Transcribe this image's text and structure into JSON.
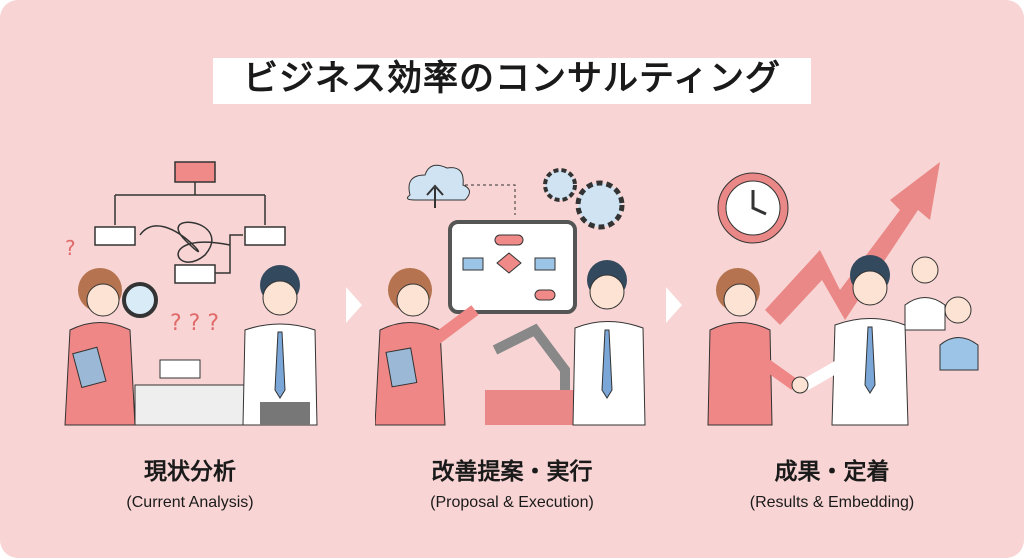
{
  "title": "ビジネス効率のコンサルティング",
  "steps": [
    {
      "label": "現状分析",
      "sublabel": "(Current Analysis)",
      "icon": "analysis-illustration"
    },
    {
      "label": "改善提案・実行",
      "sublabel": "(Proposal & Execution)",
      "icon": "proposal-illustration"
    },
    {
      "label": "成果・定着",
      "sublabel": "(Results & Embedding)",
      "icon": "results-illustration"
    }
  ],
  "colors": {
    "background": "#f8d5d4",
    "accent": "#e8787a",
    "blue": "#8fb8e0"
  }
}
